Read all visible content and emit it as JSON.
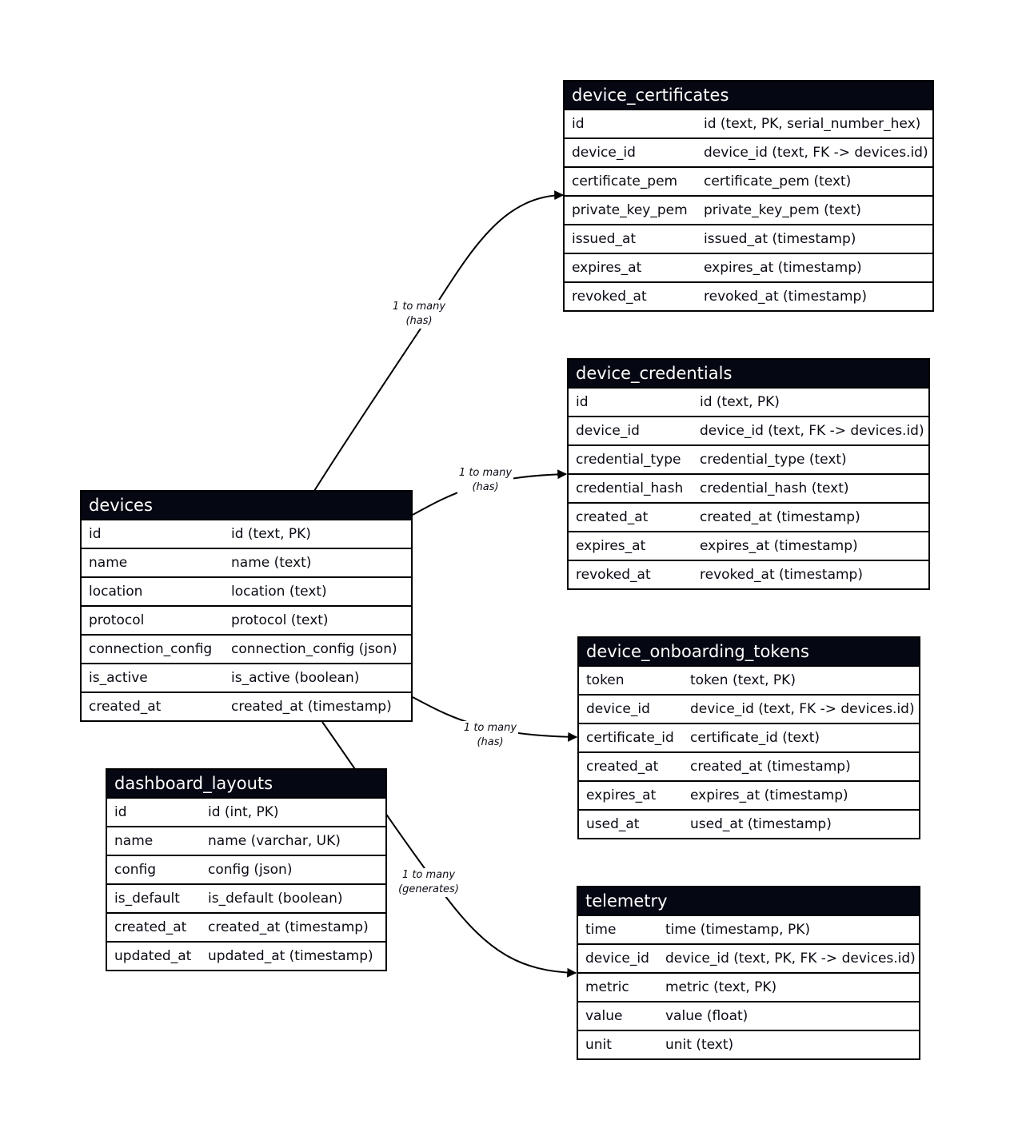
{
  "entities": {
    "devices": {
      "title": "devices",
      "rows": [
        {
          "name": "id",
          "type": "id (text, PK)"
        },
        {
          "name": "name",
          "type": "name (text)"
        },
        {
          "name": "location",
          "type": "location (text)"
        },
        {
          "name": "protocol",
          "type": "protocol (text)"
        },
        {
          "name": "connection_config",
          "type": "connection_config (json)"
        },
        {
          "name": "is_active",
          "type": "is_active (boolean)"
        },
        {
          "name": "created_at",
          "type": "created_at (timestamp)"
        }
      ]
    },
    "device_certificates": {
      "title": "device_certificates",
      "rows": [
        {
          "name": "id",
          "type": "id (text, PK, serial_number_hex)"
        },
        {
          "name": "device_id",
          "type": "device_id (text, FK -> devices.id)"
        },
        {
          "name": "certificate_pem",
          "type": "certificate_pem (text)"
        },
        {
          "name": "private_key_pem",
          "type": "private_key_pem (text)"
        },
        {
          "name": "issued_at",
          "type": "issued_at (timestamp)"
        },
        {
          "name": "expires_at",
          "type": "expires_at (timestamp)"
        },
        {
          "name": "revoked_at",
          "type": "revoked_at (timestamp)"
        }
      ]
    },
    "device_credentials": {
      "title": "device_credentials",
      "rows": [
        {
          "name": "id",
          "type": "id (text, PK)"
        },
        {
          "name": "device_id",
          "type": "device_id (text, FK -> devices.id)"
        },
        {
          "name": "credential_type",
          "type": "credential_type (text)"
        },
        {
          "name": "credential_hash",
          "type": "credential_hash (text)"
        },
        {
          "name": "created_at",
          "type": "created_at (timestamp)"
        },
        {
          "name": "expires_at",
          "type": "expires_at (timestamp)"
        },
        {
          "name": "revoked_at",
          "type": "revoked_at (timestamp)"
        }
      ]
    },
    "device_onboarding_tokens": {
      "title": "device_onboarding_tokens",
      "rows": [
        {
          "name": "token",
          "type": "token (text, PK)"
        },
        {
          "name": "device_id",
          "type": "device_id (text, FK -> devices.id)"
        },
        {
          "name": "certificate_id",
          "type": "certificate_id (text)"
        },
        {
          "name": "created_at",
          "type": "created_at (timestamp)"
        },
        {
          "name": "expires_at",
          "type": "expires_at (timestamp)"
        },
        {
          "name": "used_at",
          "type": "used_at (timestamp)"
        }
      ]
    },
    "dashboard_layouts": {
      "title": "dashboard_layouts",
      "rows": [
        {
          "name": "id",
          "type": "id (int, PK)"
        },
        {
          "name": "name",
          "type": "name (varchar, UK)"
        },
        {
          "name": "config",
          "type": "config (json)"
        },
        {
          "name": "is_default",
          "type": "is_default (boolean)"
        },
        {
          "name": "created_at",
          "type": "created_at (timestamp)"
        },
        {
          "name": "updated_at",
          "type": "updated_at (timestamp)"
        }
      ]
    },
    "telemetry": {
      "title": "telemetry",
      "rows": [
        {
          "name": "time",
          "type": "time (timestamp, PK)"
        },
        {
          "name": "device_id",
          "type": "device_id (text, PK, FK -> devices.id)"
        },
        {
          "name": "metric",
          "type": "metric (text, PK)"
        },
        {
          "name": "value",
          "type": "value (float)"
        },
        {
          "name": "unit",
          "type": "unit (text)"
        }
      ]
    }
  },
  "relationships": [
    {
      "from": "devices",
      "to": "device_certificates",
      "line1": "1 to many",
      "line2": "(has)"
    },
    {
      "from": "devices",
      "to": "device_credentials",
      "line1": "1 to many",
      "line2": "(has)"
    },
    {
      "from": "devices",
      "to": "device_onboarding_tokens",
      "line1": "1 to many",
      "line2": "(has)"
    },
    {
      "from": "devices",
      "to": "telemetry",
      "line1": "1 to many",
      "line2": "(generates)"
    }
  ]
}
